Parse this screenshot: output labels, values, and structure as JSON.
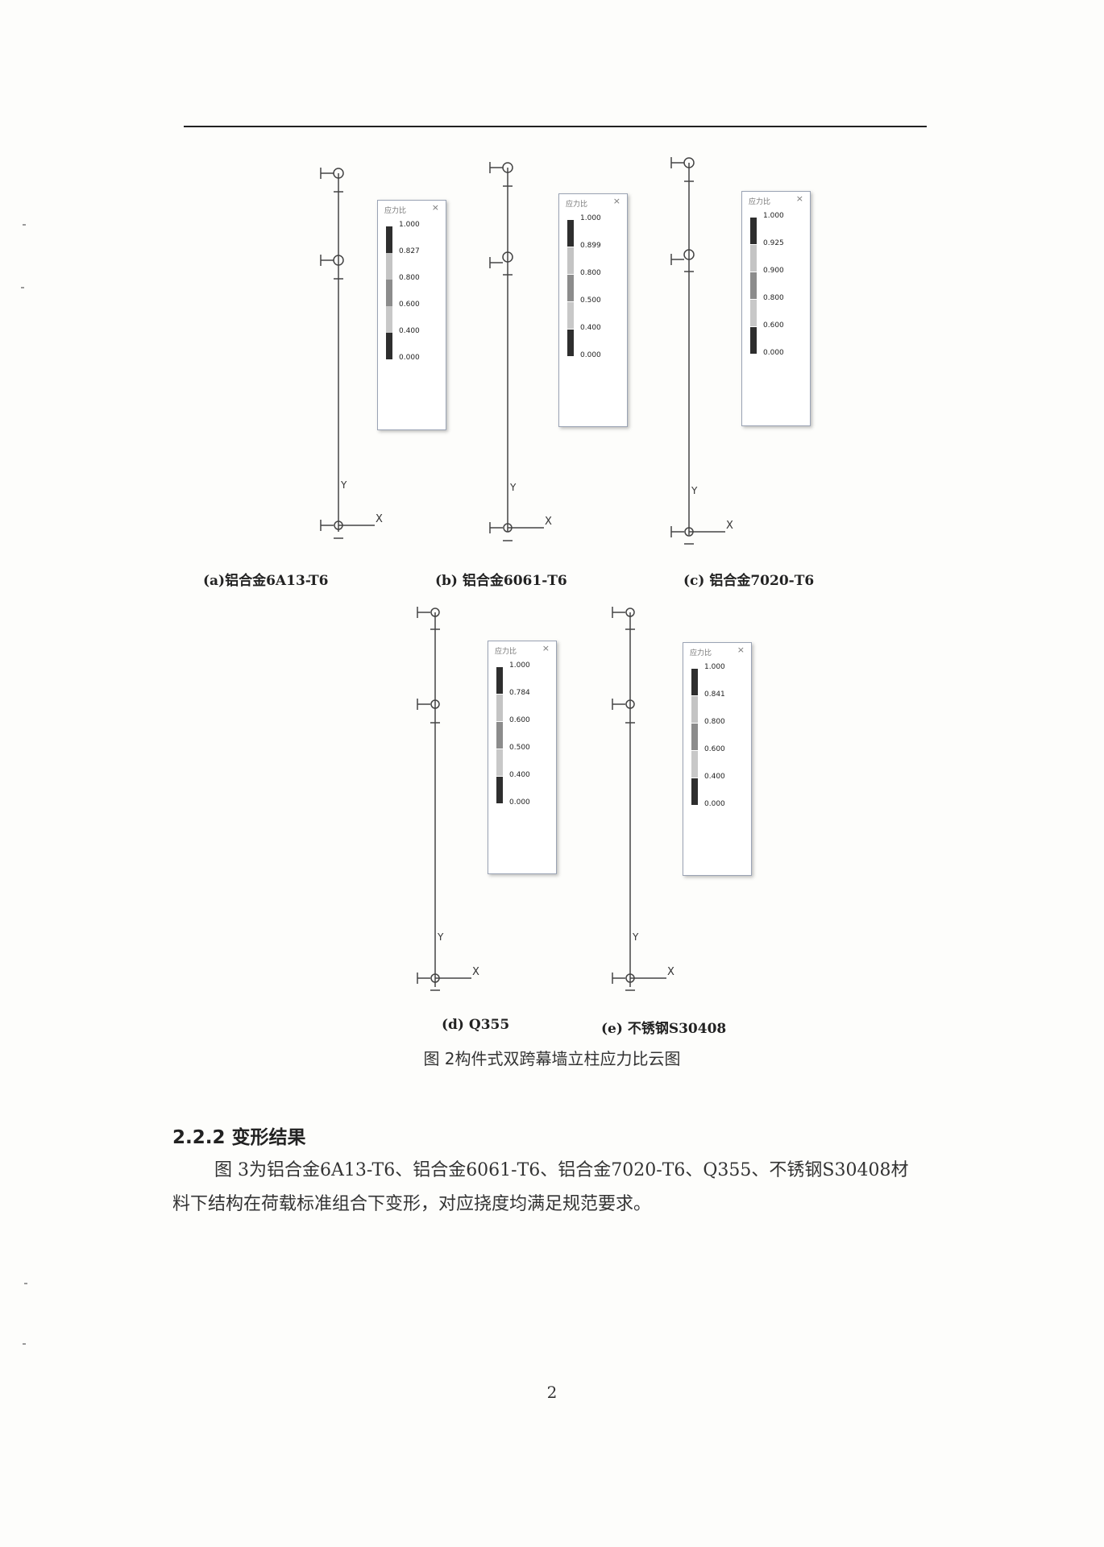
{
  "figure": {
    "subfigures": [
      {
        "id": "a",
        "caption": "(a)铝合金6A13-T6",
        "legend_title": "应力比",
        "legend_values": [
          "1.000",
          "0.827",
          "0.800",
          "0.600",
          "0.400",
          "0.000"
        ],
        "axis_x": "X",
        "axis_y": "Y"
      },
      {
        "id": "b",
        "caption": "(b) 铝合金6061-T6",
        "legend_title": "应力比",
        "legend_values": [
          "1.000",
          "0.899",
          "0.800",
          "0.500",
          "0.400",
          "0.000"
        ],
        "axis_x": "X",
        "axis_y": "Y"
      },
      {
        "id": "c",
        "caption": "(c) 铝合金7020-T6",
        "legend_title": "应力比",
        "legend_values": [
          "1.000",
          "0.925",
          "0.900",
          "0.800",
          "0.600",
          "0.000"
        ],
        "axis_x": "X",
        "axis_y": "Y"
      },
      {
        "id": "d",
        "caption": "(d) Q355",
        "legend_title": "应力比",
        "legend_values": [
          "1.000",
          "0.784",
          "0.600",
          "0.500",
          "0.400",
          "0.000"
        ],
        "axis_x": "X",
        "axis_y": "Y"
      },
      {
        "id": "e",
        "caption": "(e) 不锈钢S30408",
        "legend_title": "应力比",
        "legend_values": [
          "1.000",
          "0.841",
          "0.800",
          "0.600",
          "0.400",
          "0.000"
        ],
        "axis_x": "X",
        "axis_y": "Y"
      }
    ],
    "legend_colors": [
      "#2e2e2e",
      "#c4c4c4",
      "#8c8c8c",
      "#c8c8c8",
      "#2e2e2e"
    ],
    "close_glyph": "×",
    "caption": "图 2构件式双跨幕墙立柱应力比云图"
  },
  "section": {
    "heading": "2.2.2 变形结果",
    "paragraph_line1": "图 3为铝合金6A13-T6、铝合金6061-T6、铝合金7020-T6、Q355、不锈钢S30408材",
    "paragraph_line2": "料下结构在荷载标准组合下变形，对应挠度均满足规范要求。"
  },
  "page_number": "2"
}
